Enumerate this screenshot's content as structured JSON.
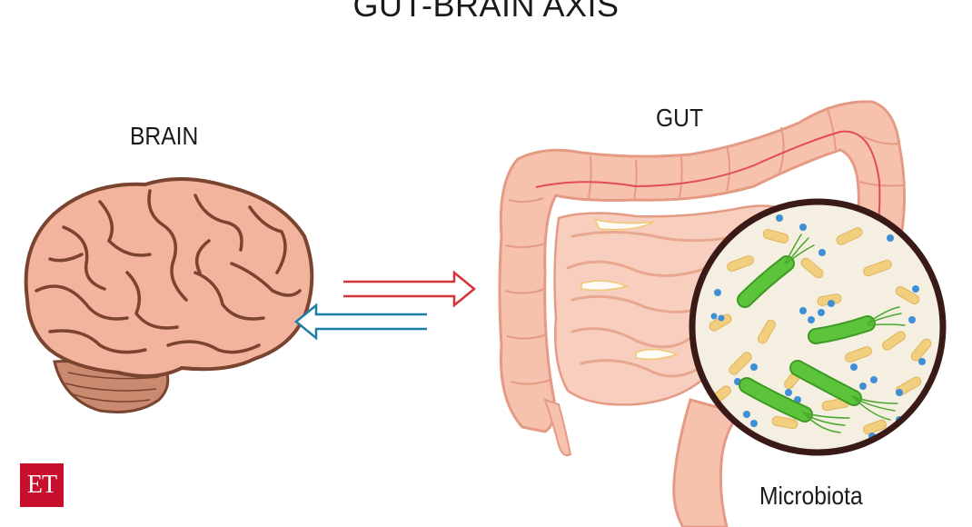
{
  "title": "GUT-BRAIN AXIS",
  "labels": {
    "brain": "BRAIN",
    "gut": "GUT",
    "microbiota": "Microbiota"
  },
  "logo": {
    "text": "ET"
  },
  "arrows": [
    {
      "direction": "right",
      "color": "#d8323a"
    },
    {
      "direction": "left",
      "color": "#1e7fa6"
    }
  ],
  "colors": {
    "brain_fill": "#f3b49d",
    "brain_outline": "#7a4430",
    "gut_fill": "#f6c2ad",
    "microbiota_background": "#f4efe1",
    "bacteria_green": "#5cc43a",
    "bacteria_yellow": "#f2cf7e",
    "cocci_blue": "#3f8fd8"
  }
}
